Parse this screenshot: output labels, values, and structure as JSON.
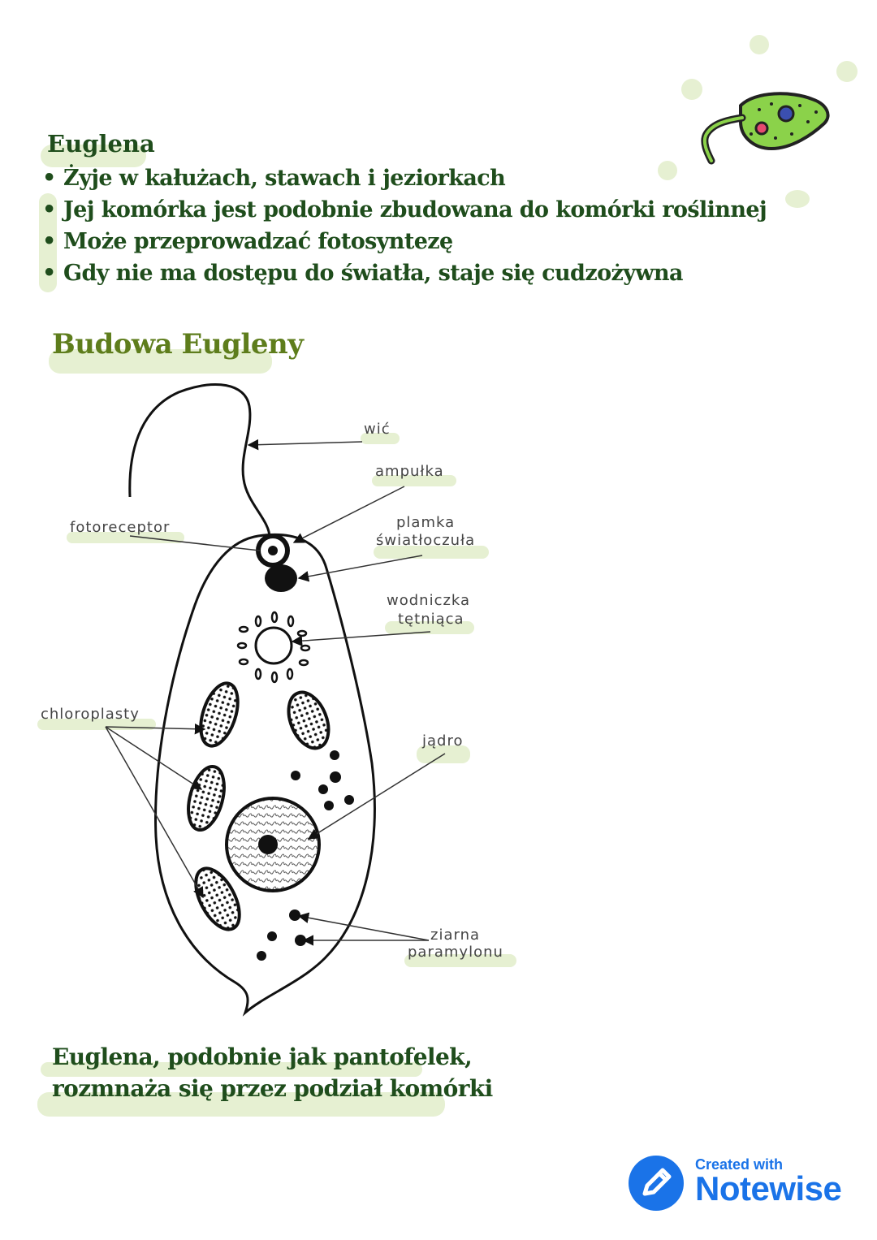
{
  "intro": {
    "title": "Euglena",
    "bullet_glyph": "•",
    "bullets": [
      "Żyje w kałużach, stawach i jeziorkach",
      "Jej komórka jest podobnie zbudowana do komórki roślinnej",
      "Może przeprowadzać fotosyntezę",
      "Gdy nie ma dostępu do światła, staje się cudzożywna"
    ]
  },
  "section_title": "Budowa Eugleny",
  "diagram": {
    "labels": {
      "flagellum": "wić",
      "ampulla": "ampułka",
      "photoreceptor": "fotoreceptor",
      "eyespot_line1": "plamka",
      "eyespot_line2": "światłoczuła",
      "vacuole_line1": "wodniczka",
      "vacuole_line2": "tętniąca",
      "chloroplasts": "chloroplasty",
      "nucleus": "jądro",
      "paramylon_line1": "ziarna",
      "paramylon_line2": "paramylonu"
    }
  },
  "footer": {
    "line1": "Euglena, podobnie jak pantofelek,",
    "line2": "rozmnaża się przez podział komórki"
  },
  "brand": {
    "small": "Created with",
    "big": "Notewise"
  },
  "colors": {
    "dark_green": "#1f4d1c",
    "olive_green": "#5e7d1c",
    "highlight": "#e6f0d2",
    "brand_blue": "#1a73e8"
  }
}
